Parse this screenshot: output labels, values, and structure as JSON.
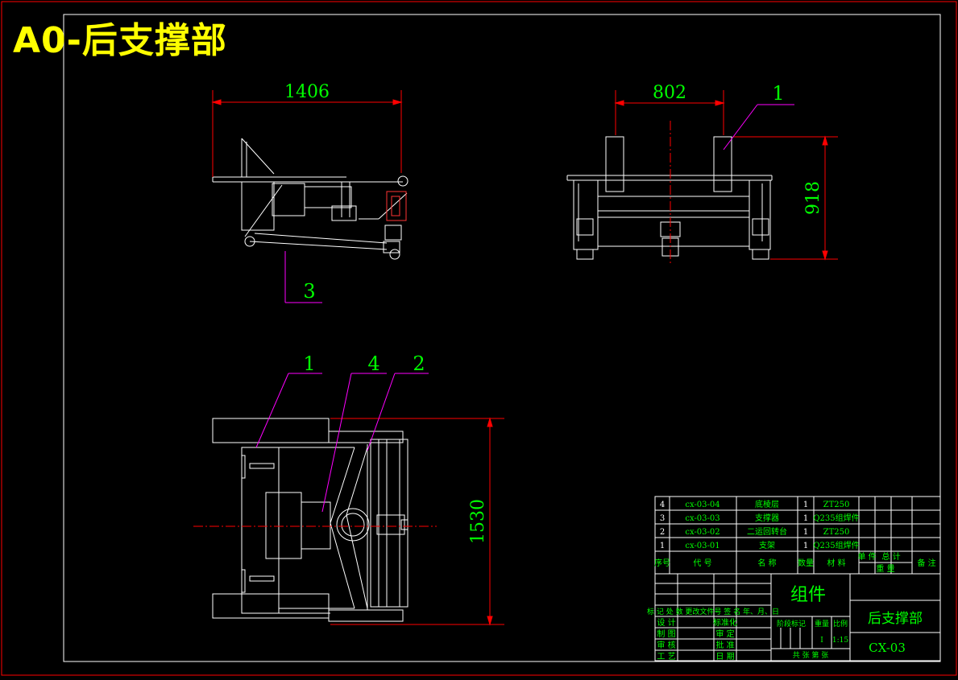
{
  "title": "A0-后支撑部",
  "dimensions": {
    "side_width": "1406",
    "end_width": "802",
    "end_height": "918",
    "top_height": "1530"
  },
  "callouts": {
    "c1_end": "1",
    "c3_side": "3",
    "c1_top": "1",
    "c4_top": "4",
    "c2_top": "2"
  },
  "bom": {
    "rows": [
      {
        "no": "4",
        "code": "cx-03-04",
        "name": "底棱层",
        "qty": "1",
        "material": "ZT250"
      },
      {
        "no": "3",
        "code": "cx-03-03",
        "name": "支撑器",
        "qty": "1",
        "material": "Q235组焊件"
      },
      {
        "no": "2",
        "code": "cx-03-02",
        "name": "二运回转台",
        "qty": "1",
        "material": "ZT250"
      },
      {
        "no": "1",
        "code": "cx-03-01",
        "name": "支架",
        "qty": "1",
        "material": "Q235组焊件"
      }
    ],
    "header": {
      "no": "序号",
      "code": "代      号",
      "name": "名    称",
      "qty": "数量",
      "material": "材    料",
      "single": "单  件",
      "total": "总  计",
      "weight": "重      量",
      "remark": "备  注"
    }
  },
  "title_block": {
    "assembly": "组件",
    "part_name": "后支撑部",
    "drawing_no": "CX-03",
    "change_row": "标 记 处 数 更改文件号 签  名  年、月、日",
    "roles": [
      "设 计",
      "制 图",
      "审 核",
      "工 艺"
    ],
    "roles2": [
      "标准化",
      "审 定",
      "批 准",
      "日 期"
    ],
    "stage_mark": "阶段标记",
    "weight": "重量",
    "scale": "比例",
    "scale_value": "1:15",
    "sheet_mark": "I",
    "sheets": "共      张   第      张"
  }
}
